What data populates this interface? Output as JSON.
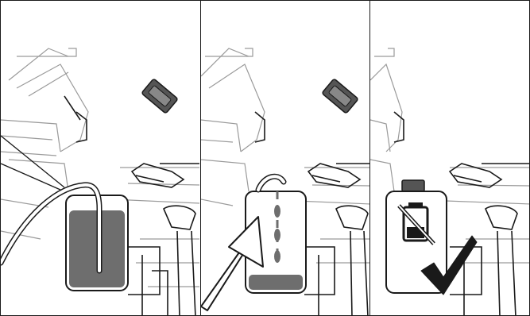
{
  "figure": {
    "panels": [
      {
        "id": "panel-1",
        "step": "draining-full-tank"
      },
      {
        "id": "panel-2",
        "step": "pouring-liquid"
      },
      {
        "id": "panel-3",
        "step": "tank-empty-ok"
      }
    ],
    "icons": {
      "cap": "tank-cap-icon",
      "empty_tank": "empty-tank-crossed-icon",
      "checkmark": "checkmark-icon",
      "arrow": "pour-arrow-icon"
    },
    "colors": {
      "line": "#1a1a1a",
      "gray_fill": "#6e6e6e",
      "light_line": "#9a9a9a"
    }
  }
}
